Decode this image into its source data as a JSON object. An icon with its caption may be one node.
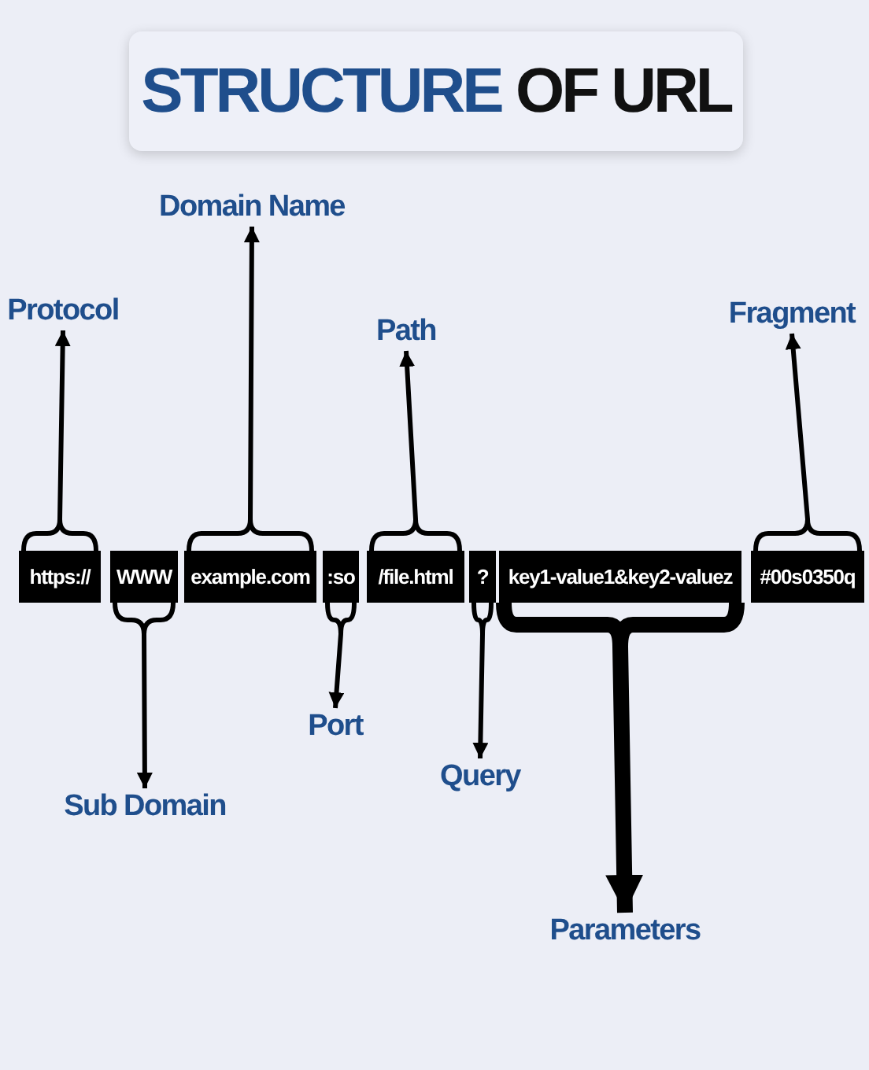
{
  "diagram": {
    "title": "STRUCTURE OF URL",
    "nodes": [
      {
        "text": [
          "https://"
        ]
      },
      {
        "text": [
          "WWW"
        ]
      },
      {
        "text": [
          "example.com"
        ]
      },
      {
        "text": [
          ":so"
        ]
      },
      {
        "text": [
          "/file.html"
        ]
      },
      {
        "text": [
          "?"
        ]
      },
      {
        "text": [
          "key1-value1&key2-valuez"
        ]
      },
      {
        "text": [
          "#00s0350q"
        ]
      },
      {
        "text": [
          "Protocol"
        ]
      },
      {
        "text": [
          "Domain Name"
        ]
      },
      {
        "text": [
          "Path"
        ]
      },
      {
        "text": [
          "Fragment"
        ]
      },
      {
        "text": [
          "Sub Domain"
        ]
      },
      {
        "text": [
          "Port"
        ]
      },
      {
        "text": [
          "Query"
        ]
      },
      {
        "text": [
          "Parameters"
        ]
      }
    ],
    "edges": [
      {
        "from": 0,
        "to": 8,
        "arrow": "to"
      },
      {
        "from": 2,
        "to": 9,
        "arrow": "to"
      },
      {
        "from": 4,
        "to": 10,
        "arrow": "to"
      },
      {
        "from": 7,
        "to": 11,
        "arrow": "to"
      },
      {
        "from": 1,
        "to": 12,
        "arrow": "to"
      },
      {
        "from": 3,
        "to": 13,
        "arrow": "to"
      },
      {
        "from": 5,
        "to": 14,
        "arrow": "to"
      },
      {
        "from": 6,
        "to": 15,
        "arrow": "to",
        "style": "thick"
      }
    ]
  }
}
